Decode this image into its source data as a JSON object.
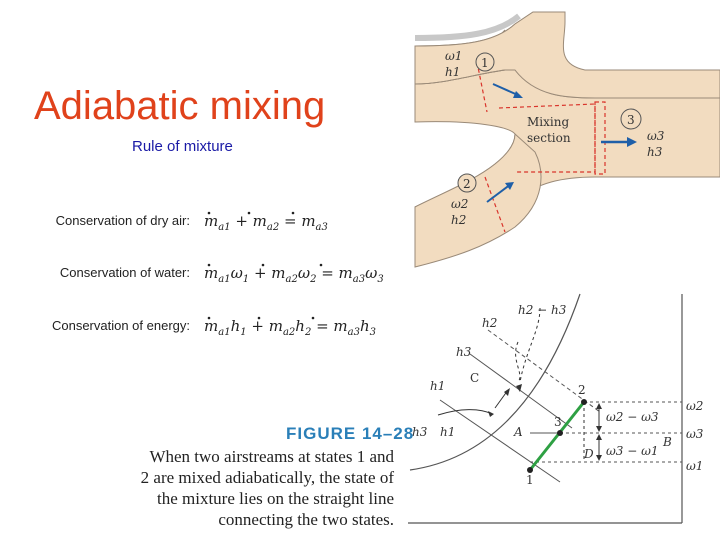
{
  "slide": {
    "title": "Adiabatic mixing",
    "subtitle": "Rule of mixture"
  },
  "equations": [
    {
      "label": "Conservation of dry air:",
      "formula": "ṁa1 + ṁa2 = ṁa3"
    },
    {
      "label": "Conservation of water:",
      "formula": "ṁa1ω1 + ṁa2ω2 = ṁa3ω3"
    },
    {
      "label": "Conservation of energy:",
      "formula": "ṁa1h1 + ṁa2h2 = ṁa3h3"
    }
  ],
  "mixing_figure": {
    "stream1": {
      "state": "1",
      "omega": "ω1",
      "h": "h1"
    },
    "stream2": {
      "state": "2",
      "omega": "ω2",
      "h": "h2"
    },
    "stream3": {
      "state": "3",
      "omega": "ω3",
      "h": "h3"
    },
    "section_label_1": "Mixing",
    "section_label_2": "section"
  },
  "chart_figure": {
    "caption_title": "FIGURE 14–28",
    "caption_lines": [
      "When two airstreams at states 1 and",
      "2 are mixed adiabatically, the state of",
      "the mixture lies on the straight line",
      "connecting the two states."
    ],
    "labels": {
      "h2_minus_h3": "h2 − h3",
      "h2": "h2",
      "h3": "h3",
      "h1": "h1",
      "C": "C",
      "A": "A",
      "B": "B",
      "D": "D",
      "p1": "1",
      "p2": "2",
      "p3": "3",
      "w2_minus_w3": "ω2 − ω3",
      "w3_minus_w1": "ω3 − ω1",
      "w2": "ω2",
      "w3": "ω3",
      "w1": "ω1",
      "h3_left": "h3",
      "h1_left": "h1"
    },
    "colors": {
      "mixing_line": "#2ea043",
      "duct": "#f2dcc0",
      "duct_edge": "#9a8a78",
      "arrow": "#1f5fa8",
      "dashed": "#d9342b"
    }
  }
}
